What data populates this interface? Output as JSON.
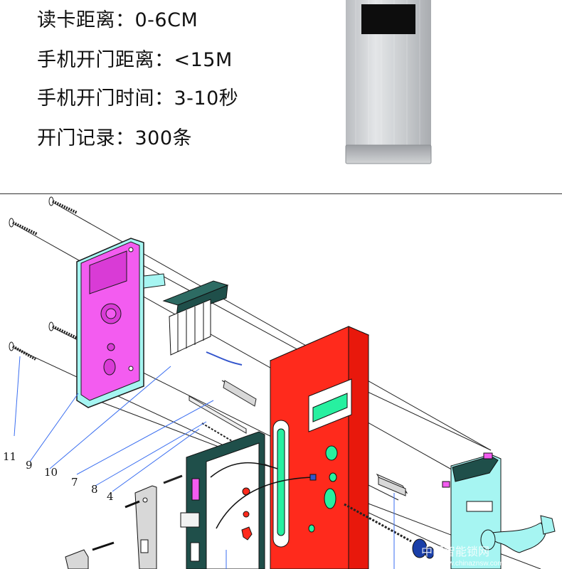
{
  "specs": [
    {
      "label": "读卡距离：",
      "value": "0-6CM"
    },
    {
      "label": "手机开门距离：",
      "value": "<15M"
    },
    {
      "label": "手机开门时间：",
      "value": "3-10秒"
    },
    {
      "label": "开门记录：",
      "value": "300条"
    }
  ],
  "callouts": [
    "11",
    "9",
    "10",
    "7",
    "8",
    "4"
  ],
  "watermark": {
    "main": "中国智能锁网",
    "sub": "www.chinaznsw.com"
  },
  "colors": {
    "panel_magenta": "#f35cf0",
    "panel_cyan": "#a6f5f2",
    "body_red": "#ff2a1c",
    "body_green": "#27f0a0",
    "dark_teal": "#1f4f4a"
  }
}
